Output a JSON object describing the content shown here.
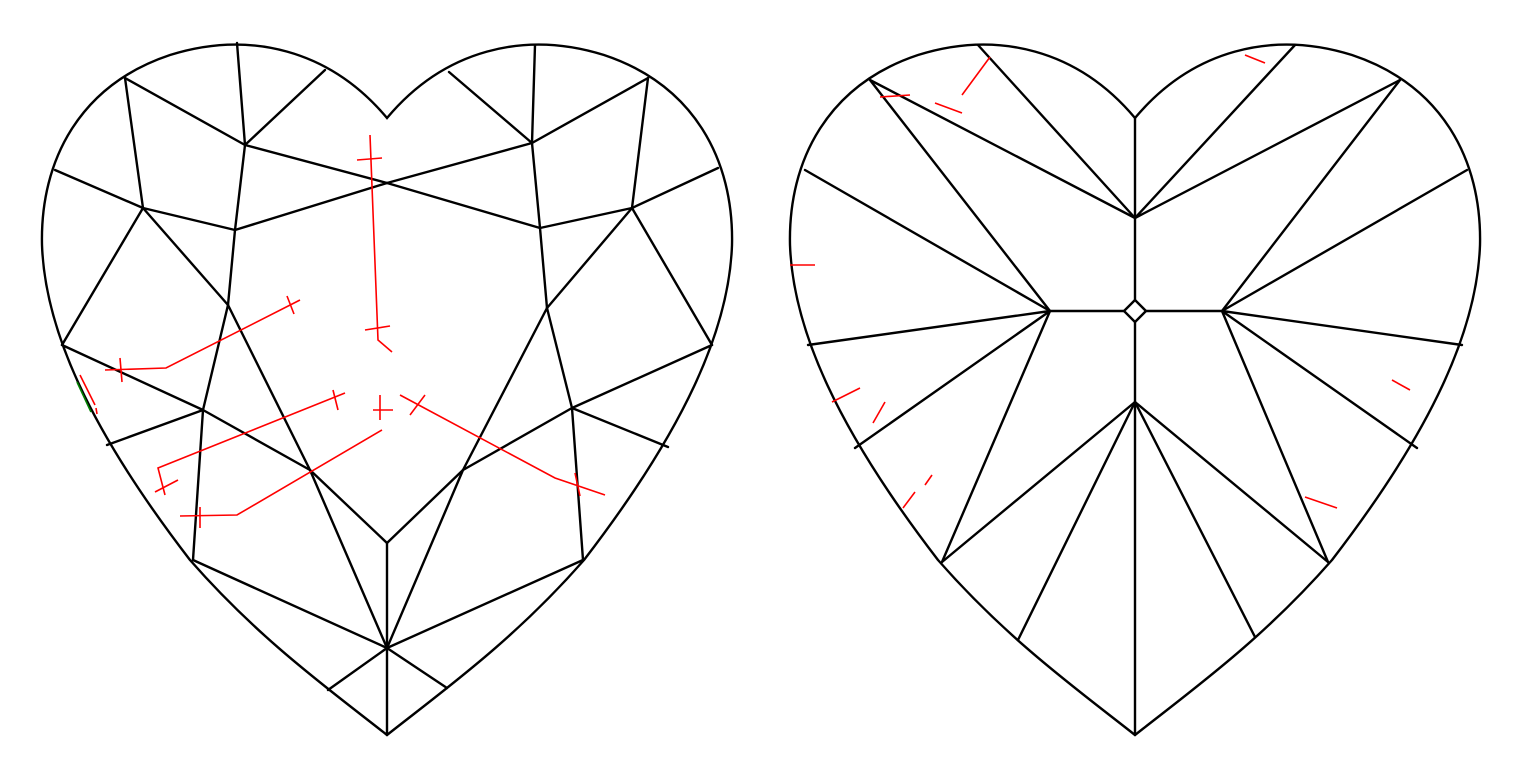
{
  "diagrams": [
    {
      "view": "crown",
      "shape": "heart"
    },
    {
      "view": "pavilion",
      "shape": "heart"
    }
  ],
  "colors": {
    "outline": "#000000",
    "inclusion_marks": "#ff0000",
    "secondary_marks": "#008000",
    "background": "#ffffff"
  }
}
